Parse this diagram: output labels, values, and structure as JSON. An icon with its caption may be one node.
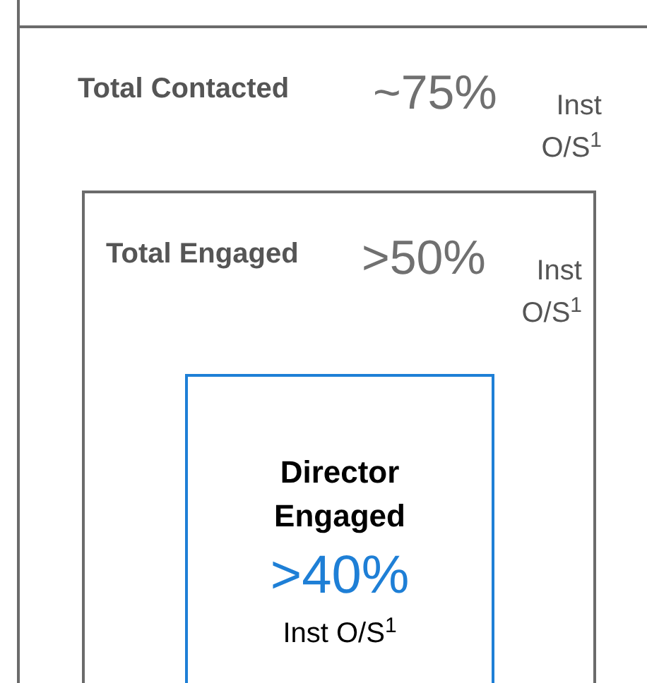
{
  "diagram": {
    "nodes": [
      {
        "text": [
          "Total Contacted",
          "~75%",
          "Inst O/S$^{1}$"
        ]
      },
      {
        "text": [
          "Total Engaged",
          ">50%",
          "Inst O/S$^{1}$"
        ],
        "in": 0
      },
      {
        "text": [
          "Director Engaged",
          ">40%",
          "Inst O/S$^{1}$"
        ],
        "in": 1
      }
    ]
  }
}
